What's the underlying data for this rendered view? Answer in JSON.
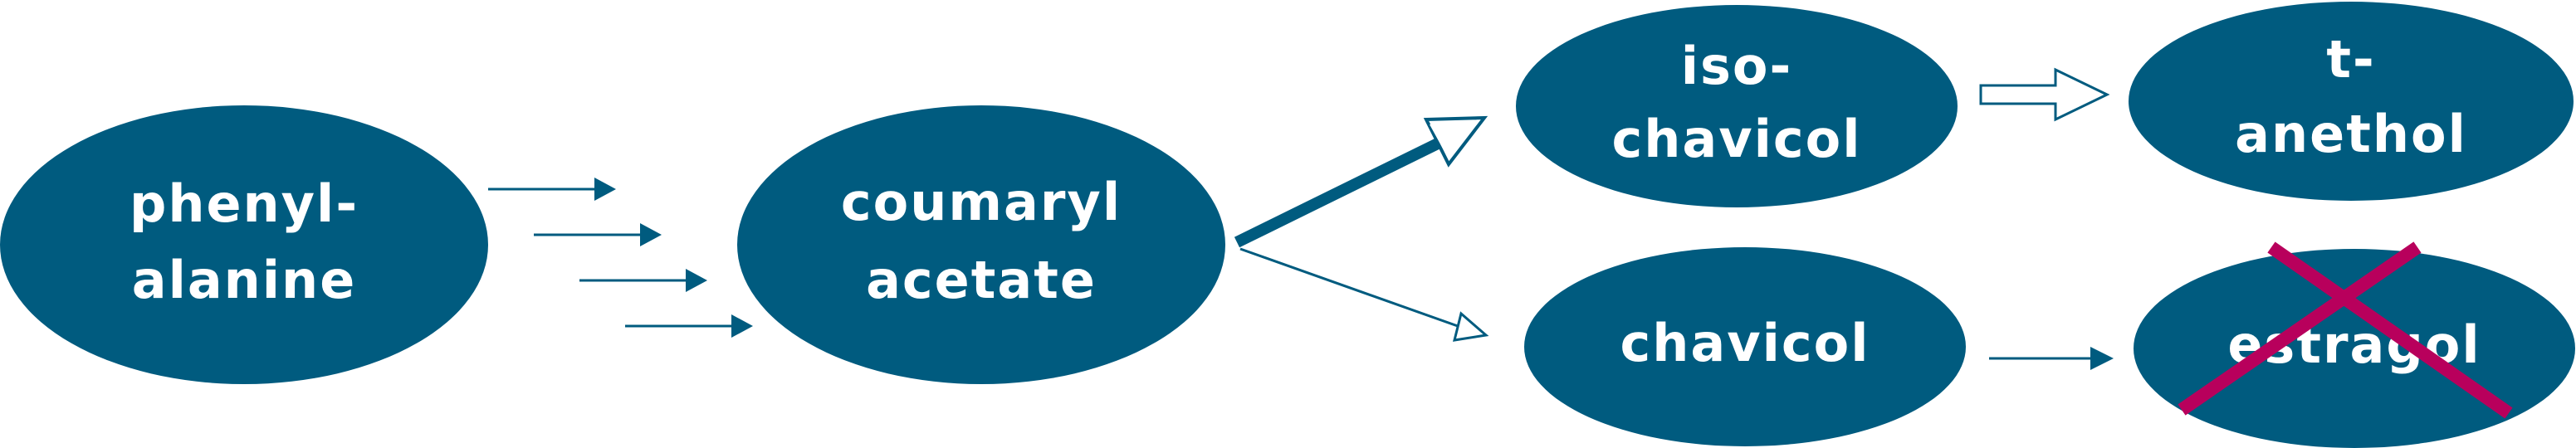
{
  "nodes": {
    "phenylalanine": {
      "line1": "phenyl-",
      "line2": "alanine"
    },
    "coumaryl_acetate": {
      "line1": "coumaryl",
      "line2": "acetate"
    },
    "isochavicol": {
      "line1": "iso-",
      "line2": "chavicol"
    },
    "t_anethol": {
      "line1": "t-",
      "line2": "anethol"
    },
    "chavicol": {
      "line1": "chavicol"
    },
    "estragol": {
      "line1": "estragol"
    }
  },
  "colors": {
    "node_fill": "#005b7f",
    "arrow": "#005b7f",
    "cross": "#b8005c",
    "text": "#ffffff"
  }
}
